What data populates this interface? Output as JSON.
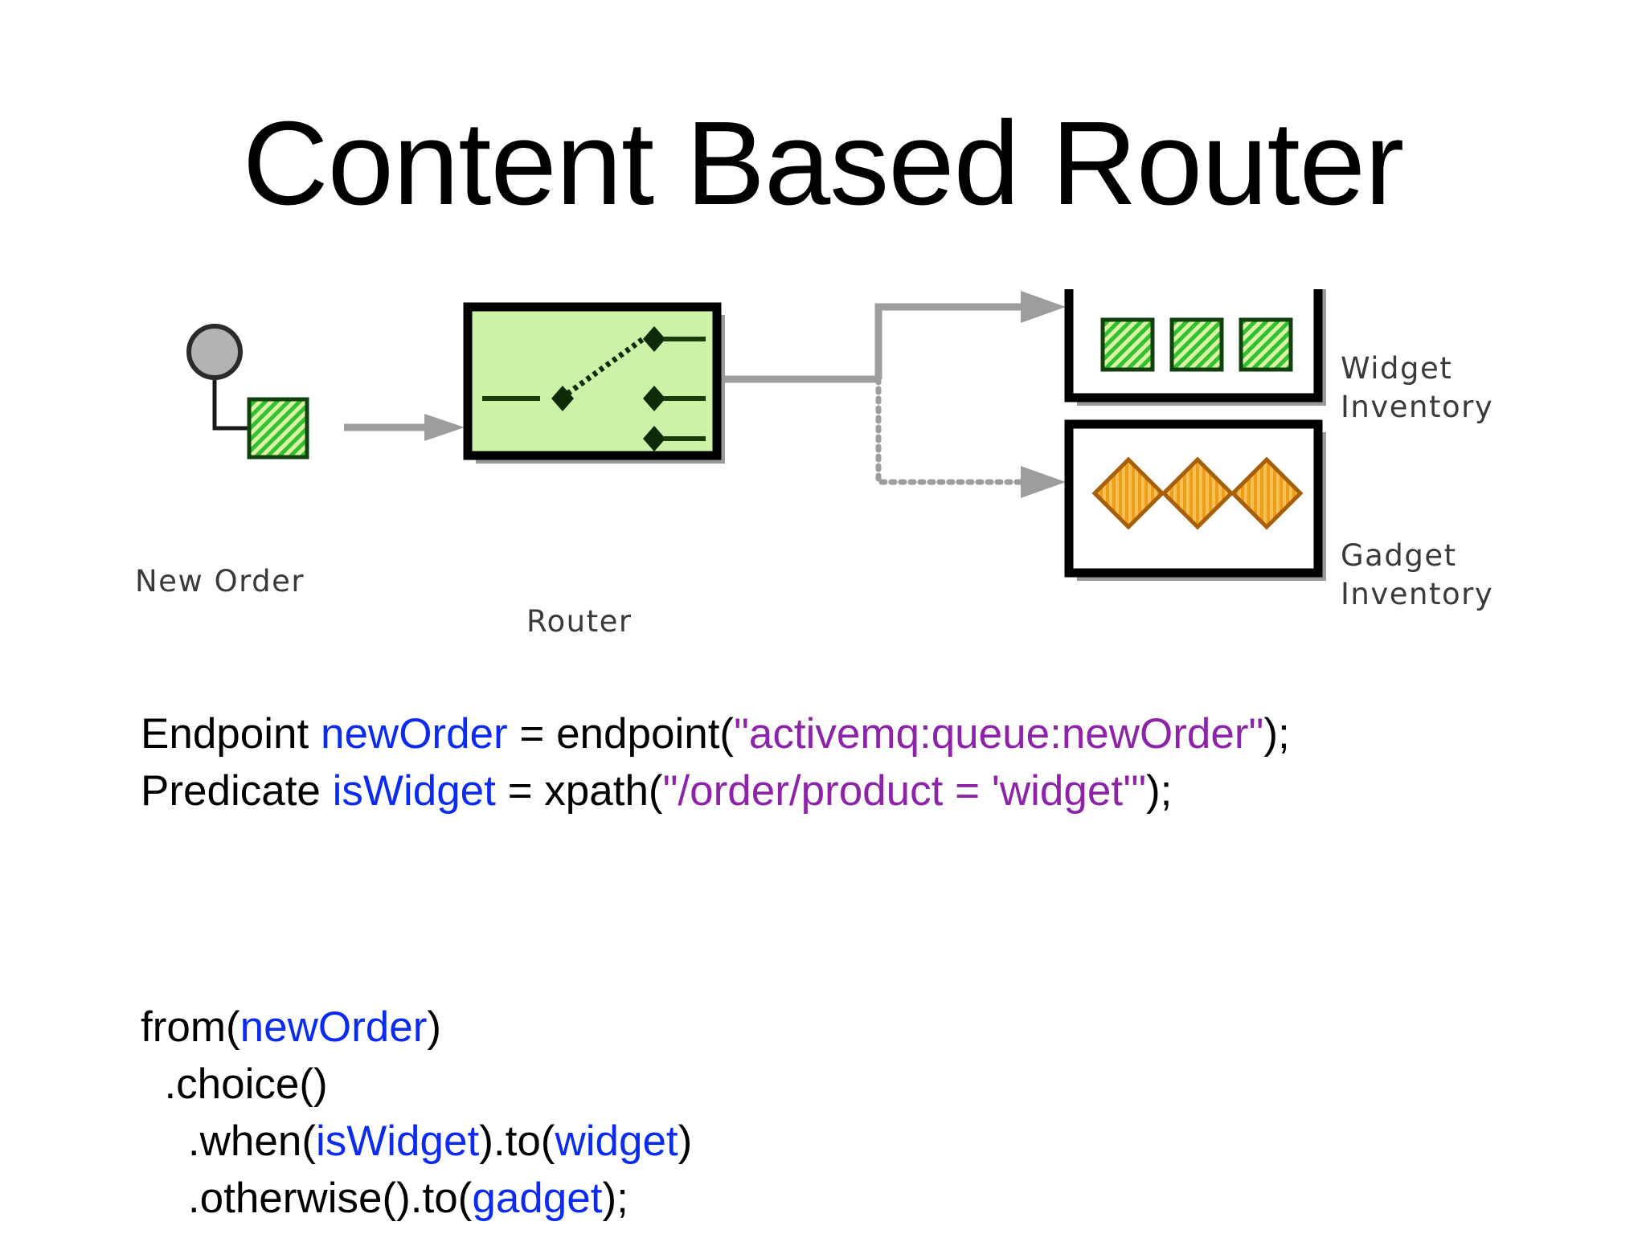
{
  "slide": {
    "title": "Content Based Router",
    "background": "#ffffff"
  },
  "colors": {
    "title_text": "#000000",
    "label_text": "#3a3a3a",
    "code_plain": "#000000",
    "code_variable": "#0b2bf0",
    "code_string": "#8d23a8",
    "router_fill": "#ccf2a8",
    "router_border": "#000000",
    "shadow": "#9a9a9a",
    "connector": "#9d9d9d",
    "endpoint_circle_fill": "#b3b3b3",
    "widget_green": "#2fc32f",
    "widget_green_light": "#d6f2a0",
    "gadget_orange": "#f0a020",
    "gadget_orange_dark": "#c8700c",
    "inventory_fill": "#ffffff"
  },
  "diagram": {
    "nodes": [
      {
        "id": "new-order",
        "label": "New Order",
        "type": "message-endpoint"
      },
      {
        "id": "router",
        "label": "Router",
        "type": "content-based-router"
      },
      {
        "id": "widget-inventory",
        "label": "Widget\nInventory",
        "type": "inventory",
        "item_count": 3,
        "item_shape": "square",
        "item_color": "green"
      },
      {
        "id": "gadget-inventory",
        "label": "Gadget\nInventory",
        "type": "inventory",
        "item_count": 3,
        "item_shape": "diamond",
        "item_color": "orange"
      }
    ],
    "connectors": [
      {
        "from": "new-order",
        "to": "router",
        "style": "solid",
        "arrow": true
      },
      {
        "from": "router",
        "to": "widget-inventory",
        "style": "solid",
        "arrow": true
      },
      {
        "from": "router",
        "to": "gadget-inventory",
        "style": "dotted",
        "arrow": true
      }
    ],
    "labels": {
      "new_order": "New Order",
      "router": "Router",
      "widget_inventory": "Widget\nInventory",
      "gadget_inventory": "Gadget\nInventory"
    }
  },
  "code_top": {
    "lines": [
      {
        "tokens": [
          {
            "text": "Endpoint ",
            "kind": "plain"
          },
          {
            "text": "newOrder",
            "kind": "var"
          },
          {
            "text": " = endpoint(",
            "kind": "plain"
          },
          {
            "text": "\"activemq:queue:newOrder\"",
            "kind": "str"
          },
          {
            "text": ");",
            "kind": "plain"
          }
        ]
      },
      {
        "tokens": [
          {
            "text": "Predicate ",
            "kind": "plain"
          },
          {
            "text": "isWidget",
            "kind": "var"
          },
          {
            "text": " = xpath(",
            "kind": "plain"
          },
          {
            "text": "\"/order/product = 'widget'\"",
            "kind": "str"
          },
          {
            "text": ");",
            "kind": "plain"
          }
        ]
      }
    ]
  },
  "code_bottom": {
    "lines": [
      {
        "tokens": [
          {
            "text": "from(",
            "kind": "plain"
          },
          {
            "text": "newOrder",
            "kind": "var"
          },
          {
            "text": ")",
            "kind": "plain"
          }
        ]
      },
      {
        "tokens": [
          {
            "text": "  .choice()",
            "kind": "plain"
          }
        ]
      },
      {
        "tokens": [
          {
            "text": "    .when(",
            "kind": "plain"
          },
          {
            "text": "isWidget",
            "kind": "var"
          },
          {
            "text": ").to(",
            "kind": "plain"
          },
          {
            "text": "widget",
            "kind": "var"
          },
          {
            "text": ")",
            "kind": "plain"
          }
        ]
      },
      {
        "tokens": [
          {
            "text": "    .otherwise().to(",
            "kind": "plain"
          },
          {
            "text": "gadget",
            "kind": "var"
          },
          {
            "text": ");",
            "kind": "plain"
          }
        ]
      }
    ]
  }
}
